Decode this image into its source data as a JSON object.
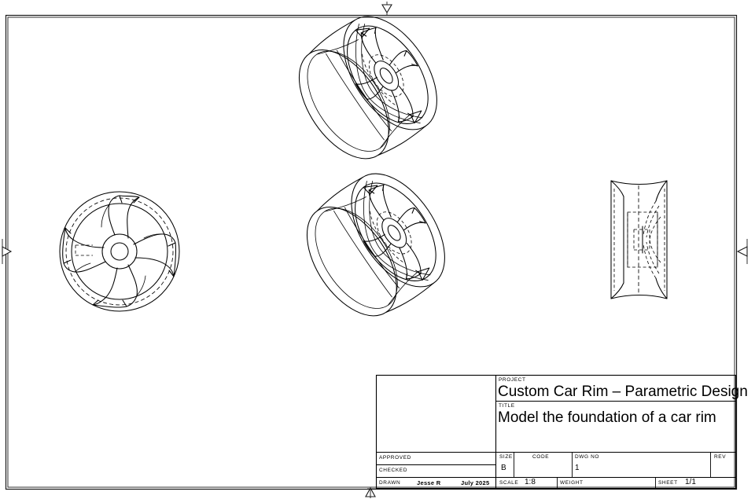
{
  "sheet": {
    "border_color": "#000000",
    "background": "#ffffff",
    "view_markers": [
      {
        "name": "top-view-marker",
        "direction": "down"
      },
      {
        "name": "left-view-marker",
        "direction": "right"
      },
      {
        "name": "right-view-marker",
        "direction": "left"
      },
      {
        "name": "bottom-view-marker",
        "direction": "up"
      }
    ]
  },
  "views": [
    {
      "id": "iso-top",
      "label": "isometric-top-view",
      "type": "isometric"
    },
    {
      "id": "front",
      "label": "front-view",
      "type": "orthographic"
    },
    {
      "id": "iso-center",
      "label": "isometric-center-view",
      "type": "isometric"
    },
    {
      "id": "side",
      "label": "side-profile-view",
      "type": "orthographic"
    }
  ],
  "title_block": {
    "project_label": "PROJECT",
    "project_value": "Custom Car Rim – Parametric Design",
    "title_label": "TITLE",
    "title_value": "Model the foundation of a car rim",
    "approved_label": "APPROVED",
    "approved_value": "",
    "checked_label": "CHECKED",
    "checked_value": "",
    "drawn_label": "DRAWN",
    "drawn_by": "Jesse R",
    "drawn_date": "July 2025",
    "size_label": "SIZE",
    "size_value": "B",
    "code_label": "CODE",
    "code_value": "",
    "dwgno_label": "DWG NO",
    "dwgno_value": "1",
    "rev_label": "REV",
    "rev_value": "",
    "scale_label": "SCALE",
    "scale_value": "1:8",
    "weight_label": "WEIGHT",
    "weight_value": "",
    "sheet_label": "SHEET",
    "sheet_value": "1/1"
  }
}
